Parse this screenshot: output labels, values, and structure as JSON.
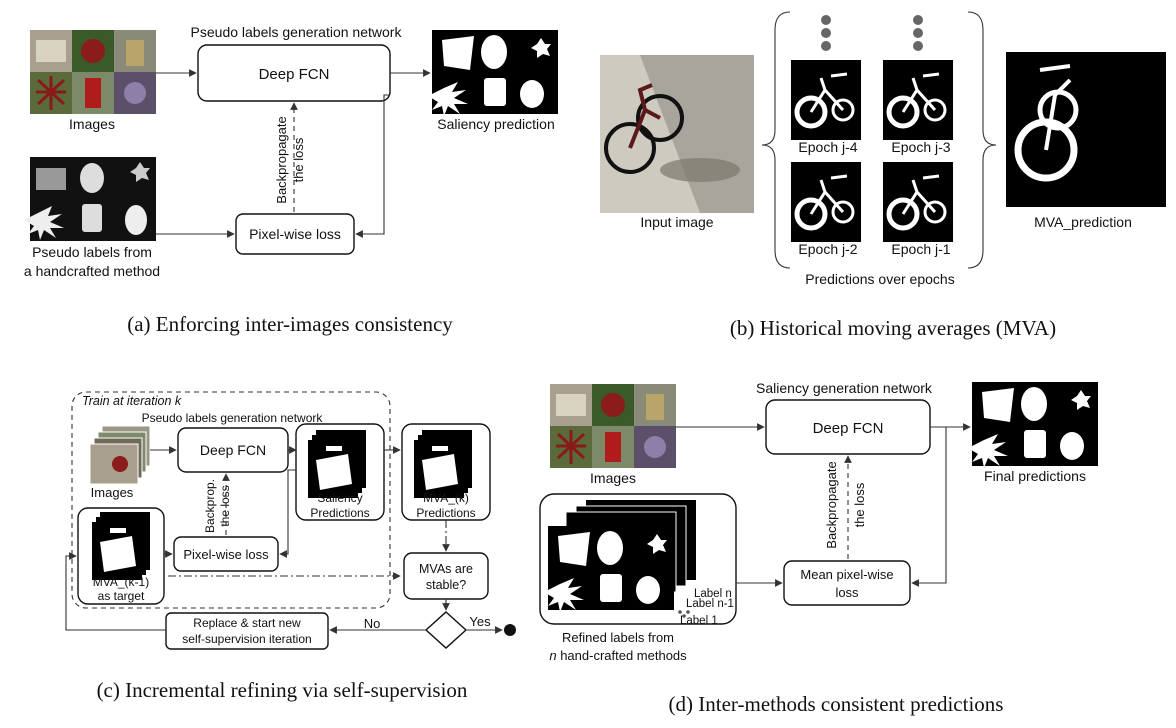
{
  "panel_a": {
    "network_title": "Pseudo labels generation network",
    "deep_fcn": "Deep FCN",
    "images": "Images",
    "saliency_prediction": "Saliency prediction",
    "pseudo_labels_line1": "Pseudo labels from",
    "pseudo_labels_line2": "a handcrafted method",
    "backprop_line1": "Backpropagate",
    "backprop_line2": "the loss",
    "pixel_loss": "Pixel-wise loss",
    "caption": "(a) Enforcing inter-images consistency"
  },
  "panel_b": {
    "input_image": "Input image",
    "epoch_j4": "Epoch j-4",
    "epoch_j3": "Epoch j-3",
    "epoch_j2": "Epoch j-2",
    "epoch_j1": "Epoch j-1",
    "predictions_over_epochs": "Predictions over epochs",
    "mva_prediction": "MVA_prediction",
    "caption": "(b) Historical moving averages (MVA)"
  },
  "panel_c": {
    "train_at": "Train at iteration k",
    "network_title": "Pseudo labels generation network",
    "deep_fcn": "Deep FCN",
    "images": "Images",
    "saliency_line1": "Saliency",
    "saliency_line2": "Predictions",
    "mva_k_line1": "MVA_(k)",
    "mva_k_line2": "Predictions",
    "backprop_line1": "Backprop.",
    "backprop_line2": "the loss",
    "pixel_loss": "Pixel-wise loss",
    "mva_k1_line1": "MVA_(k-1)",
    "mva_k1_line2": "as target",
    "stable_line1": "MVAs are",
    "stable_line2": "stable?",
    "replace_line1": "Replace & start new",
    "replace_line2": "self-supervision iteration",
    "no": "No",
    "yes": "Yes",
    "caption": "(c) Incremental refining via self-supervision"
  },
  "panel_d": {
    "network_title": "Saliency generation network",
    "deep_fcn": "Deep FCN",
    "images": "Images",
    "final_predictions": "Final predictions",
    "backprop_line1": "Backpropagate",
    "backprop_line2": "the loss",
    "mean_loss_line1": "Mean pixel-wise",
    "mean_loss_line2": "loss",
    "label_n": "Label n",
    "label_n1": "Label n-1",
    "label_1": "Label 1",
    "refined_line1": "Refined labels from",
    "refined_n": "n",
    "refined_line2": " hand-crafted methods",
    "caption": "(d) Inter-methods consistent predictions"
  }
}
